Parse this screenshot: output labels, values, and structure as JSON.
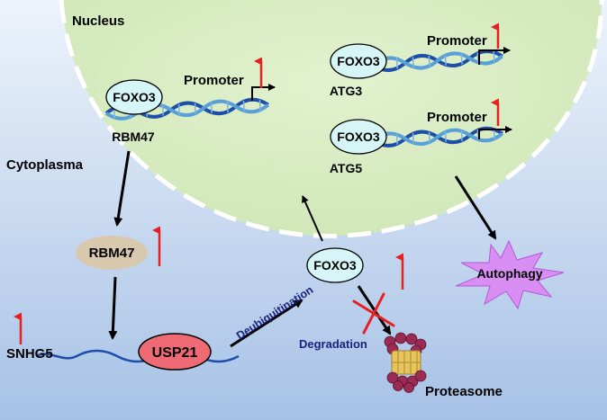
{
  "labels": {
    "nucleus": "Nucleus",
    "cytoplasma": "Cytoplasma",
    "rbm47_gene": "RBM47",
    "atg3_gene": "ATG3",
    "atg5_gene": "ATG5",
    "promoter": "Promoter",
    "foxo3": "FOXO3",
    "rbm47_protein": "RBM47",
    "usp21": "USP21",
    "snhg5": "SNHG5",
    "deubiquitination": "Deubiquitination",
    "degradation": "Degradation",
    "proteasome": "Proteasome",
    "autophagy": "Autophagy"
  },
  "colors": {
    "background_top": "#edf3fb",
    "background_bottom": "#a7c2e6",
    "nucleus_fill": "#d7ecbf",
    "ellipse_fill": "#d5f5f6",
    "rbm47_fill": "#d8c8ae",
    "usp21_fill": "#ee6a74",
    "autophagy_fill": "#d98ef3",
    "up_arrow": "#e62020",
    "navy_text": "#1a237e",
    "strand": "#1e4fa8"
  }
}
